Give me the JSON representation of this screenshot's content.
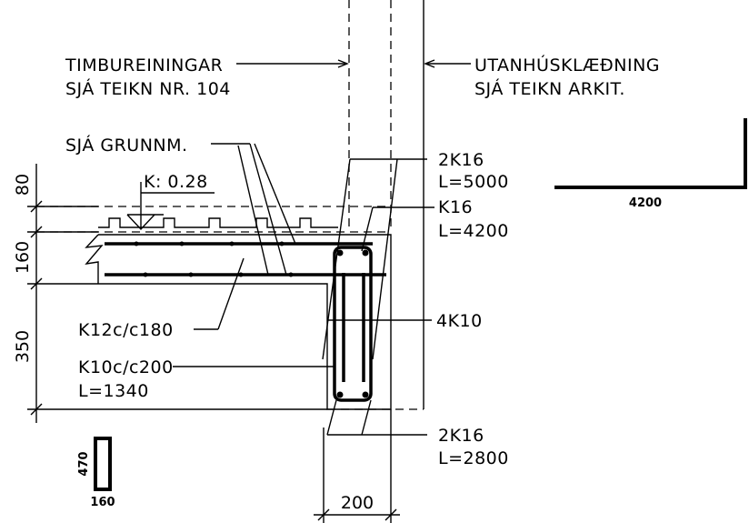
{
  "labels": {
    "timber_line1": "TIMBUREININGAR",
    "timber_line2": "SJÁ TEIKN NR. 104",
    "cladding_line1": "UTANHÚSKLÆÐNING",
    "cladding_line2": "SJÁ TEIKN ARKIT.",
    "see_foundation": "SJÁ GRUNNM.",
    "level": "K: 0.28",
    "bar_2k16_top": "2K16",
    "bar_2k16_top_len": "L=5000",
    "bar_k16": "K16",
    "bar_k16_len": "L=4200",
    "bar_4k10": "4K10",
    "bar_k12": "K12c/c180",
    "bar_k10": "K10c/c200",
    "bar_k10_len": "L=1340",
    "bar_2k16_bottom": "2K16",
    "bar_2k16_bottom_len": "L=2800"
  },
  "dimensions": {
    "d80": "80",
    "d160": "160",
    "d350": "350",
    "d200": "200"
  },
  "bar_shape": {
    "length_label": "4200"
  },
  "stirrup_shape": {
    "height_label": "470",
    "width_label": "160"
  }
}
